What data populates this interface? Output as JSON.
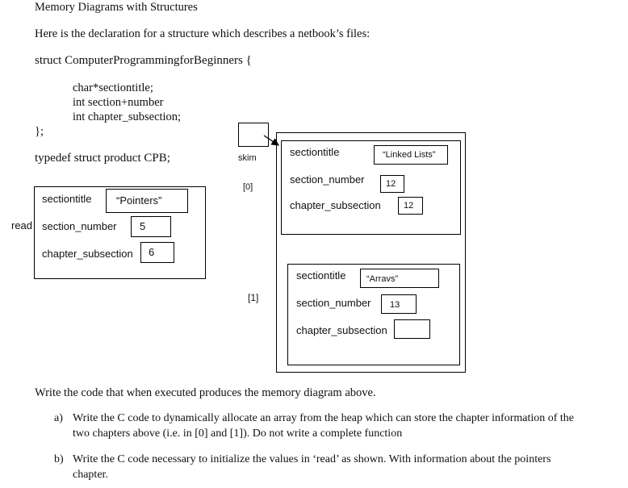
{
  "heading": "Memory Diagrams with Structures",
  "intro": "Here is the declaration for a structure which describes a netbook’s files:",
  "code": {
    "struct_open": "struct ComputerProgrammingforBeginners {",
    "member1": "char*sectiontitle;",
    "member2": "int section+number",
    "member3": "int chapter_subsection;",
    "struct_close": "};",
    "typedef": "typedef struct product CPB;"
  },
  "read_struct": {
    "var_label": "read",
    "rows": [
      {
        "label": "sectiontitle",
        "value": "“Pointers”"
      },
      {
        "label": "section_number",
        "value": "5"
      },
      {
        "label": "chapter_subsection",
        "value": "6"
      }
    ]
  },
  "skim": {
    "var_label": "skim",
    "index0": "[0]",
    "index1": "[1]",
    "element0": [
      {
        "label": "sectiontitle",
        "value": "“Linked Lists”"
      },
      {
        "label": "section_number",
        "value": "12"
      },
      {
        "label": "chapter_subsection",
        "value": "12"
      }
    ],
    "element1": [
      {
        "label": "sectiontitle",
        "value": "“Arravs”"
      },
      {
        "label": "section_number",
        "value": "13"
      },
      {
        "label": "chapter_subsection",
        "value": ""
      }
    ]
  },
  "task": "Write the code that when executed produces the memory diagram above.",
  "questions": [
    {
      "marker": "a)",
      "line1": "Write the C code to dynamically allocate an array from the heap which can store the chapter information of the",
      "line2": "two chapters above (i.e. in [0] and [1]). Do not write a complete function"
    },
    {
      "marker": "b)",
      "line1": "Write the C code necessary to initialize the values in ‘read’  as shown. With information about the pointers",
      "line2": "chapter."
    }
  ]
}
